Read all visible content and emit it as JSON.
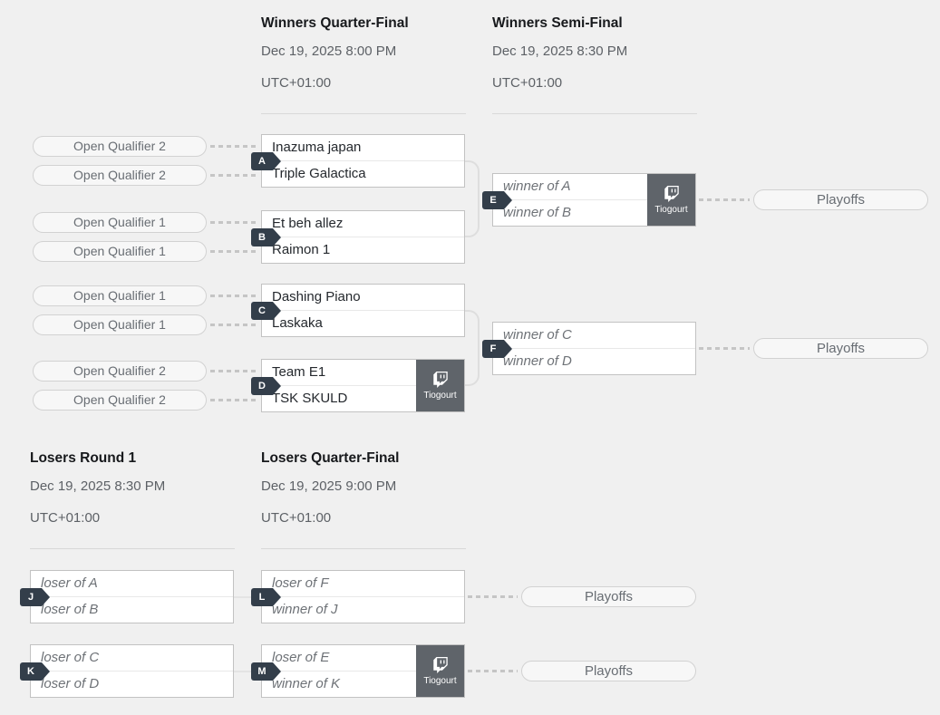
{
  "theme": {
    "page_bg": "#f0f0f0",
    "box_bg": "#ffffff",
    "box_border": "#c2c2c2",
    "badge_bg": "#333e4a",
    "stream_bg": "#5f646a",
    "text_dark": "#24282d",
    "text_muted": "#686d73",
    "connector": "#dedede",
    "dotted": "#c5c5c5"
  },
  "rounds": {
    "wqf": {
      "title": "Winners Quarter-Final",
      "date": "Dec 19, 2025 8:00 PM",
      "tz": "UTC+01:00"
    },
    "wsf": {
      "title": "Winners Semi-Final",
      "date": "Dec 19, 2025 8:30 PM",
      "tz": "UTC+01:00"
    },
    "lr1": {
      "title": "Losers Round 1",
      "date": "Dec 19, 2025 8:30 PM",
      "tz": "UTC+01:00"
    },
    "lqf": {
      "title": "Losers Quarter-Final",
      "date": "Dec 19, 2025 9:00 PM",
      "tz": "UTC+01:00"
    }
  },
  "matches": {
    "A": {
      "label": "A",
      "slot1": "Inazuma japan",
      "slot2": "Triple Galactica",
      "seed1": "Open Qualifier 2",
      "seed2": "Open Qualifier 2"
    },
    "B": {
      "label": "B",
      "slot1": "Et beh allez",
      "slot2": "Raimon 1",
      "seed1": "Open Qualifier 1",
      "seed2": "Open Qualifier 1"
    },
    "C": {
      "label": "C",
      "slot1": "Dashing Piano",
      "slot2": "Laskaka",
      "seed1": "Open Qualifier 1",
      "seed2": "Open Qualifier 1"
    },
    "D": {
      "label": "D",
      "slot1": "Team E1",
      "slot2": "TSK SKULD",
      "seed1": "Open Qualifier 2",
      "seed2": "Open Qualifier 2",
      "stream": "Tiogourt"
    },
    "E": {
      "label": "E",
      "slot1": "winner of A",
      "slot2": "winner of B",
      "stream": "Tiogourt"
    },
    "F": {
      "label": "F",
      "slot1": "winner of C",
      "slot2": "winner of D"
    },
    "J": {
      "label": "J",
      "slot1": "loser of A",
      "slot2": "loser of B"
    },
    "K": {
      "label": "K",
      "slot1": "loser of C",
      "slot2": "loser of D"
    },
    "L": {
      "label": "L",
      "slot1": "loser of F",
      "slot2": "winner of J"
    },
    "M": {
      "label": "M",
      "slot1": "loser of E",
      "slot2": "winner of K",
      "stream": "Tiogourt"
    }
  },
  "links": {
    "playoffs": "Playoffs"
  },
  "icons": {
    "stream": "twitch-icon"
  }
}
